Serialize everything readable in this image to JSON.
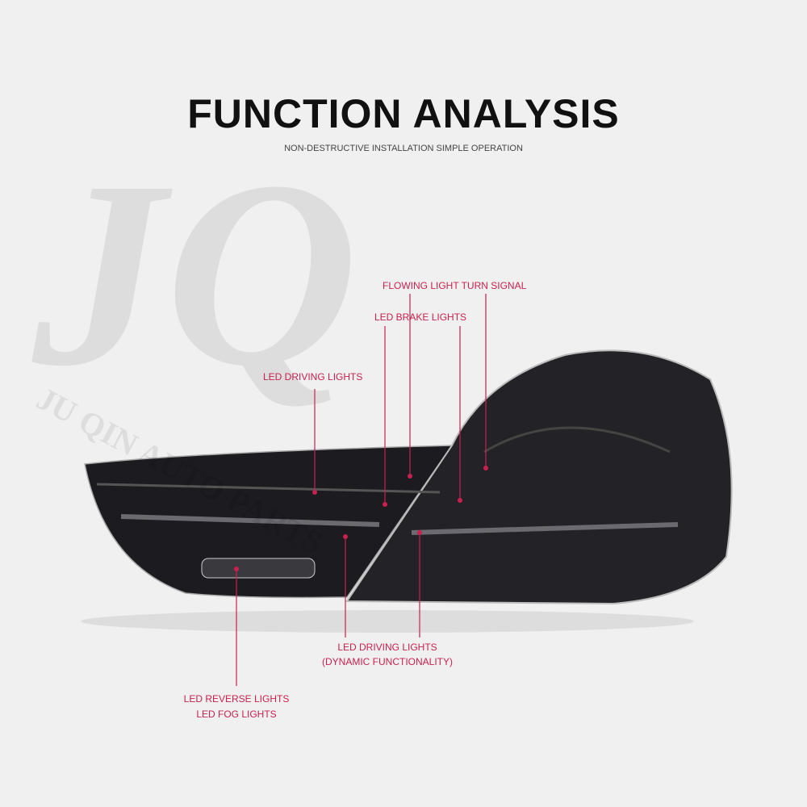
{
  "header": {
    "title": "FUNCTION ANALYSIS",
    "subtitle": "NON-DESTRUCTIVE INSTALLATION SIMPLE OPERATION"
  },
  "watermark": {
    "logo": "JQ",
    "text": "JU QIN AUTO PARTS"
  },
  "labels": {
    "turn_signal": "FLOWING LIGHT TURN SIGNAL",
    "brake": "LED BRAKE LIGHTS",
    "driving": "LED DRIVING LIGHTS",
    "driving_dynamic_1": "LED DRIVING LIGHTS",
    "driving_dynamic_2": "(DYNAMIC FUNCTIONALITY)",
    "reverse": "LED REVERSE LIGHTS",
    "fog": "LED FOG LIGHTS"
  },
  "colors": {
    "accent": "#c8204f",
    "background": "#f0f0f0"
  }
}
